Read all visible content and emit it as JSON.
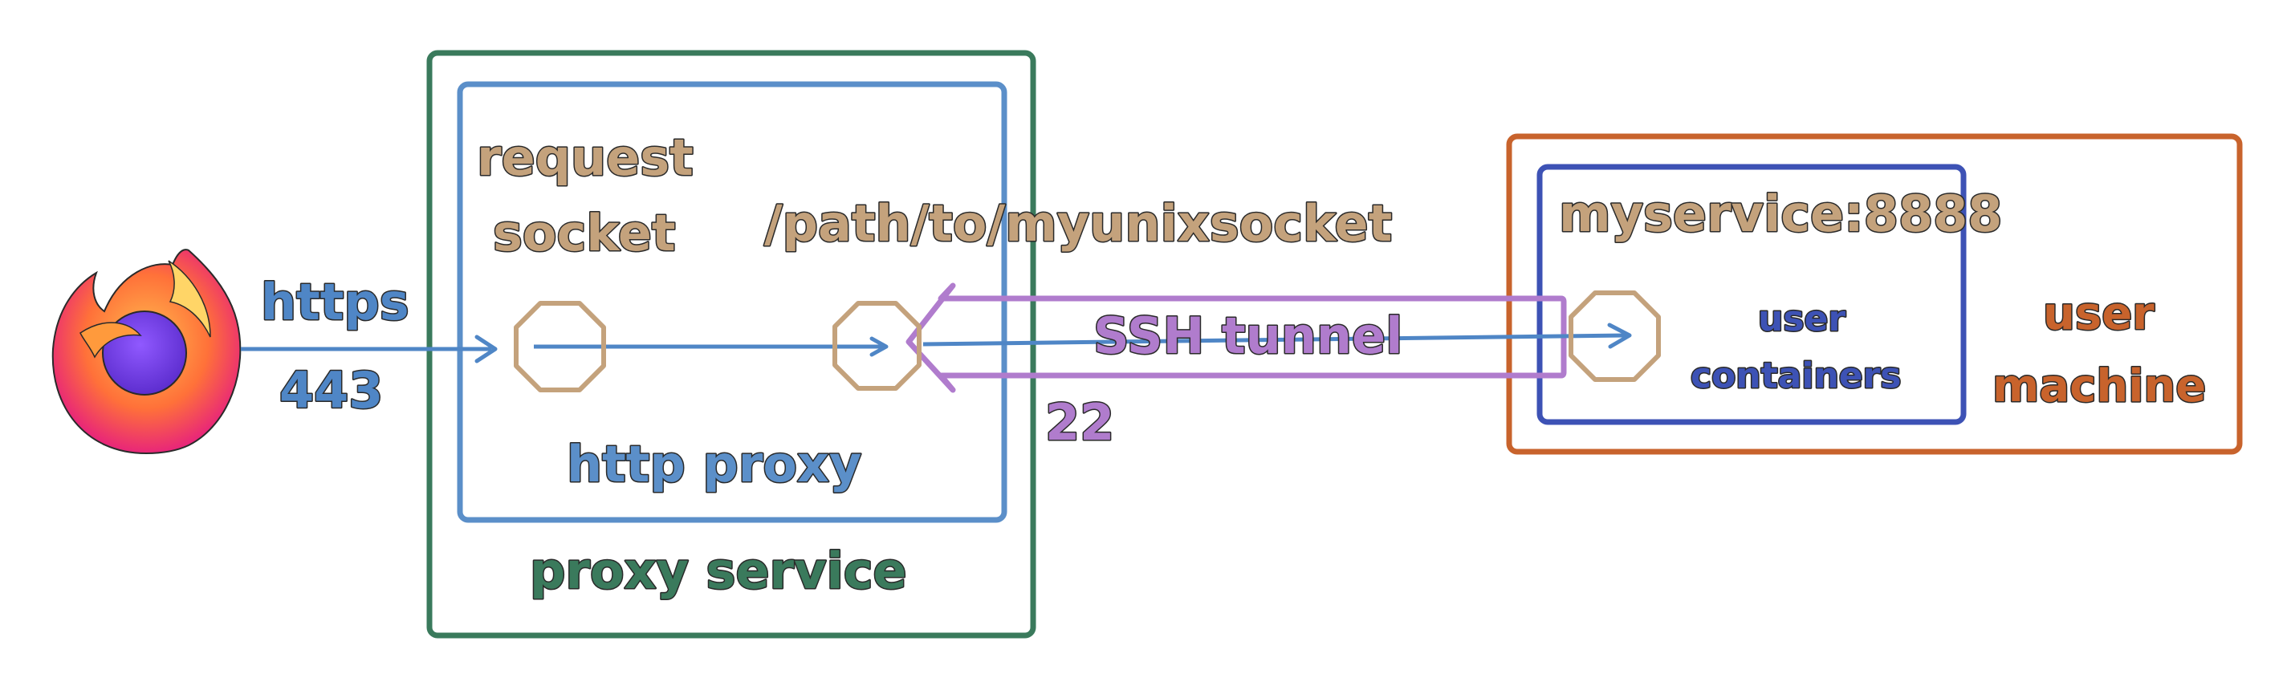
{
  "colors": {
    "https": "#4f86c6",
    "proxy_service": "#3a7a5c",
    "http_proxy": "#5b8fc9",
    "socket": "#c4a27c",
    "ssh": "#b07ccd",
    "user_containers": "#3d52b5",
    "user_machine": "#c8632c",
    "tan_text": "#c4a27c"
  },
  "icons": {
    "browser": "firefox-logo"
  },
  "labels": {
    "https": "https",
    "port_443": "443",
    "request_line1": "request",
    "request_line2": "socket",
    "unix_socket": "/path/to/myunixsocket",
    "http_proxy": "http proxy",
    "proxy_service": "proxy service",
    "ssh_tunnel": "SSH tunnel",
    "port_22": "22",
    "myservice": "myservice:8888",
    "user_containers_line1": "user",
    "user_containers_line2": "containers",
    "user_machine_line1": "user",
    "user_machine_line2": "machine"
  }
}
